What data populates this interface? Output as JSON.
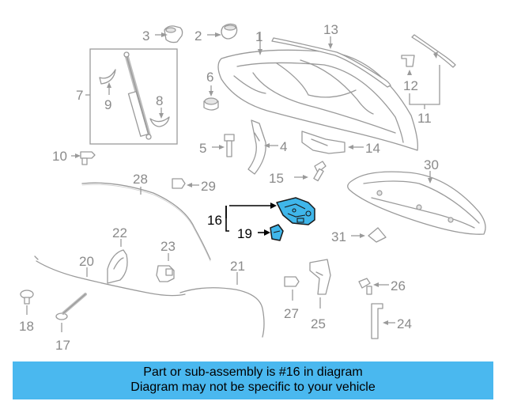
{
  "callouts": {
    "c1": "1",
    "c2": "2",
    "c3": "3",
    "c5": "5",
    "c6": "6",
    "c7": "7",
    "c8": "8",
    "c9": "9",
    "c10": "10",
    "c11": "11",
    "c12": "12",
    "c13": "13",
    "c14": "14",
    "c15": "15",
    "c16": "16",
    "c17": "17",
    "c18": "18",
    "c19": "19",
    "c20": "20",
    "c21": "21",
    "c22": "22",
    "c23": "23",
    "c24": "24",
    "c25": "25",
    "c26": "26",
    "c27": "27",
    "c28": "28",
    "c29": "29",
    "c30": "30",
    "c31": "31",
    "c4": "4"
  },
  "highlighted_part": "16",
  "colors": {
    "highlight": "#3fb6ea",
    "banner": "#4ab8ef",
    "callout": "#8a8a8a",
    "drawing": "#9a9a9a"
  },
  "banner": {
    "line1": "Part or sub-assembly is #16 in diagram",
    "line2": "Diagram may not be specific to your vehicle"
  }
}
